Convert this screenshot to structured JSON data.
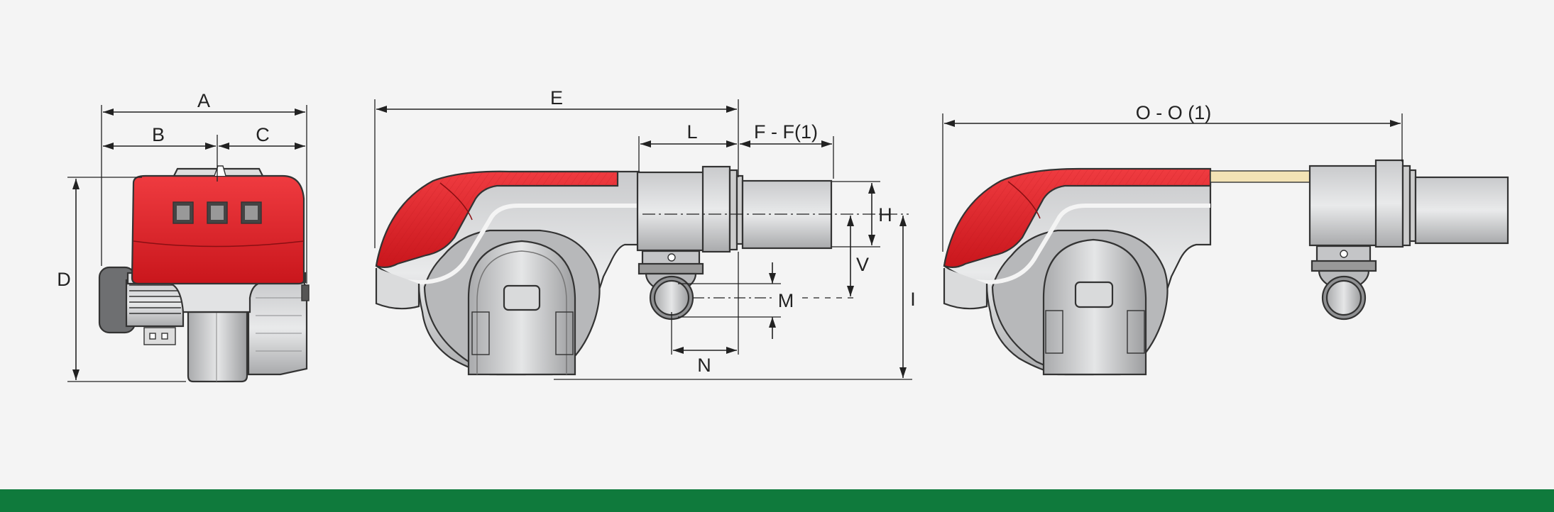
{
  "labels": {
    "A": "A",
    "B": "B",
    "C": "C",
    "D": "D",
    "E": "E",
    "L": "L",
    "FF1": "F - F(1)",
    "H": "H",
    "V": "V",
    "M": "M",
    "N": "N",
    "I": "I",
    "OO1": "O - O (1)"
  },
  "colors": {
    "background": "#f4f4f4",
    "housing_red": "#e21f26",
    "body_grey": "#a7a8aa",
    "light_grey": "#d6d7d9",
    "footer_green": "#0f7a3c"
  },
  "icons": [
    "burner-front-view",
    "burner-side-view",
    "burner-extended-view"
  ]
}
